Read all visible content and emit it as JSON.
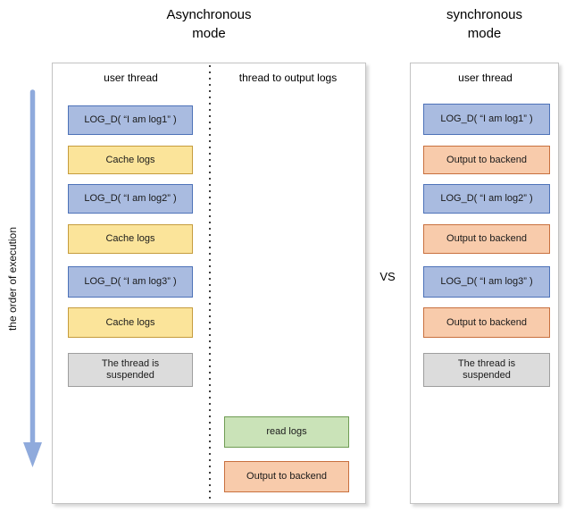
{
  "async_panel": {
    "title": "Asynchronous\nmode",
    "columns": [
      {
        "header": "user thread",
        "boxes": [
          {
            "type": "log",
            "label": "LOG_D( “I am log1” )"
          },
          {
            "type": "cache",
            "label": "Cache logs"
          },
          {
            "type": "log",
            "label": "LOG_D( “I am log2” )"
          },
          {
            "type": "cache",
            "label": "Cache logs"
          },
          {
            "type": "log",
            "label": "LOG_D( “I am log3” )"
          },
          {
            "type": "cache",
            "label": "Cache logs"
          },
          {
            "type": "suspended",
            "label": "The thread is\nsuspended"
          }
        ]
      },
      {
        "header": "thread to output logs",
        "boxes": [
          {
            "type": "read",
            "label": "read logs"
          },
          {
            "type": "output",
            "label": "Output to backend"
          }
        ]
      }
    ]
  },
  "sync_panel": {
    "title": "synchronous\nmode",
    "header": "user thread",
    "boxes": [
      {
        "type": "log",
        "label": "LOG_D( “I am log1” )"
      },
      {
        "type": "output",
        "label": "Output to backend"
      },
      {
        "type": "log",
        "label": "LOG_D( “I am log2” )"
      },
      {
        "type": "output",
        "label": "Output to backend"
      },
      {
        "type": "log",
        "label": "LOG_D( “I am log3” )"
      },
      {
        "type": "output",
        "label": "Output to backend"
      },
      {
        "type": "suspended",
        "label": "The thread is\nsuspended"
      }
    ]
  },
  "vs_label": "VS",
  "execution_axis": {
    "label": "the order of execution"
  },
  "colors": {
    "log": {
      "fill": "#a9bbe0",
      "border": "#4d72b8"
    },
    "cache": {
      "fill": "#fbe49a",
      "border": "#c59c3d"
    },
    "output": {
      "fill": "#f8cbab",
      "border": "#c8703e"
    },
    "read": {
      "fill": "#cae3b8",
      "border": "#6f9c53"
    },
    "suspended": {
      "fill": "#dcdcdc",
      "border": "#9e9e9e"
    },
    "arrow": "#8faadc"
  }
}
